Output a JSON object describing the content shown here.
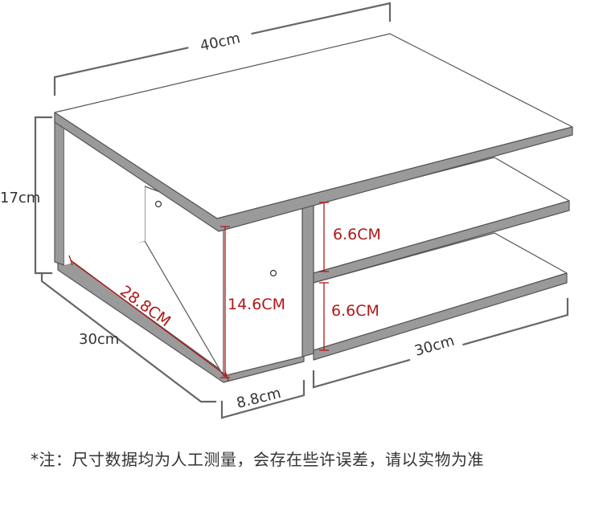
{
  "dimensions": {
    "width": "40cm",
    "height": "17cm",
    "depth": "30cm",
    "right_width": "30cm",
    "compartment_width": "8.8cm",
    "inner_depth": "28.8CM",
    "inner_height": "14.6CM",
    "upper_gap": "6.6CM",
    "lower_gap": "6.6CM"
  },
  "note": "*注：尺寸数据均为人工测量，会存在些许误差，请以实物为准",
  "colors": {
    "board_face": "#ffffff",
    "board_edge": "#9a9a9a",
    "outline": "#555555",
    "dimension_line": "#666666",
    "inner_measure": "#b01818"
  }
}
